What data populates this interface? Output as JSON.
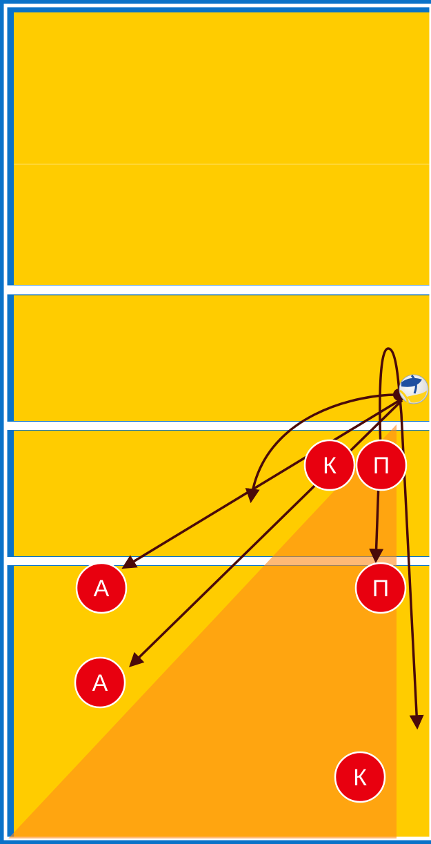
{
  "colors": {
    "frame": "#0a72c8",
    "court": "#ffcc00",
    "court_lines": "#ffffff",
    "shade": "#ff8a1a",
    "player_fill": "#e8000f",
    "player_stroke": "#ffffff",
    "arrow": "#4a0a0a"
  },
  "players": [
    {
      "id": "k-setter",
      "label": "К"
    },
    {
      "id": "p-blocker",
      "label": "П"
    },
    {
      "id": "a-top",
      "label": "А"
    },
    {
      "id": "p-back",
      "label": "П"
    },
    {
      "id": "a-bottom",
      "label": "А"
    },
    {
      "id": "k-back",
      "label": "К"
    }
  ],
  "ball": {
    "icon": "volleyball-icon"
  }
}
